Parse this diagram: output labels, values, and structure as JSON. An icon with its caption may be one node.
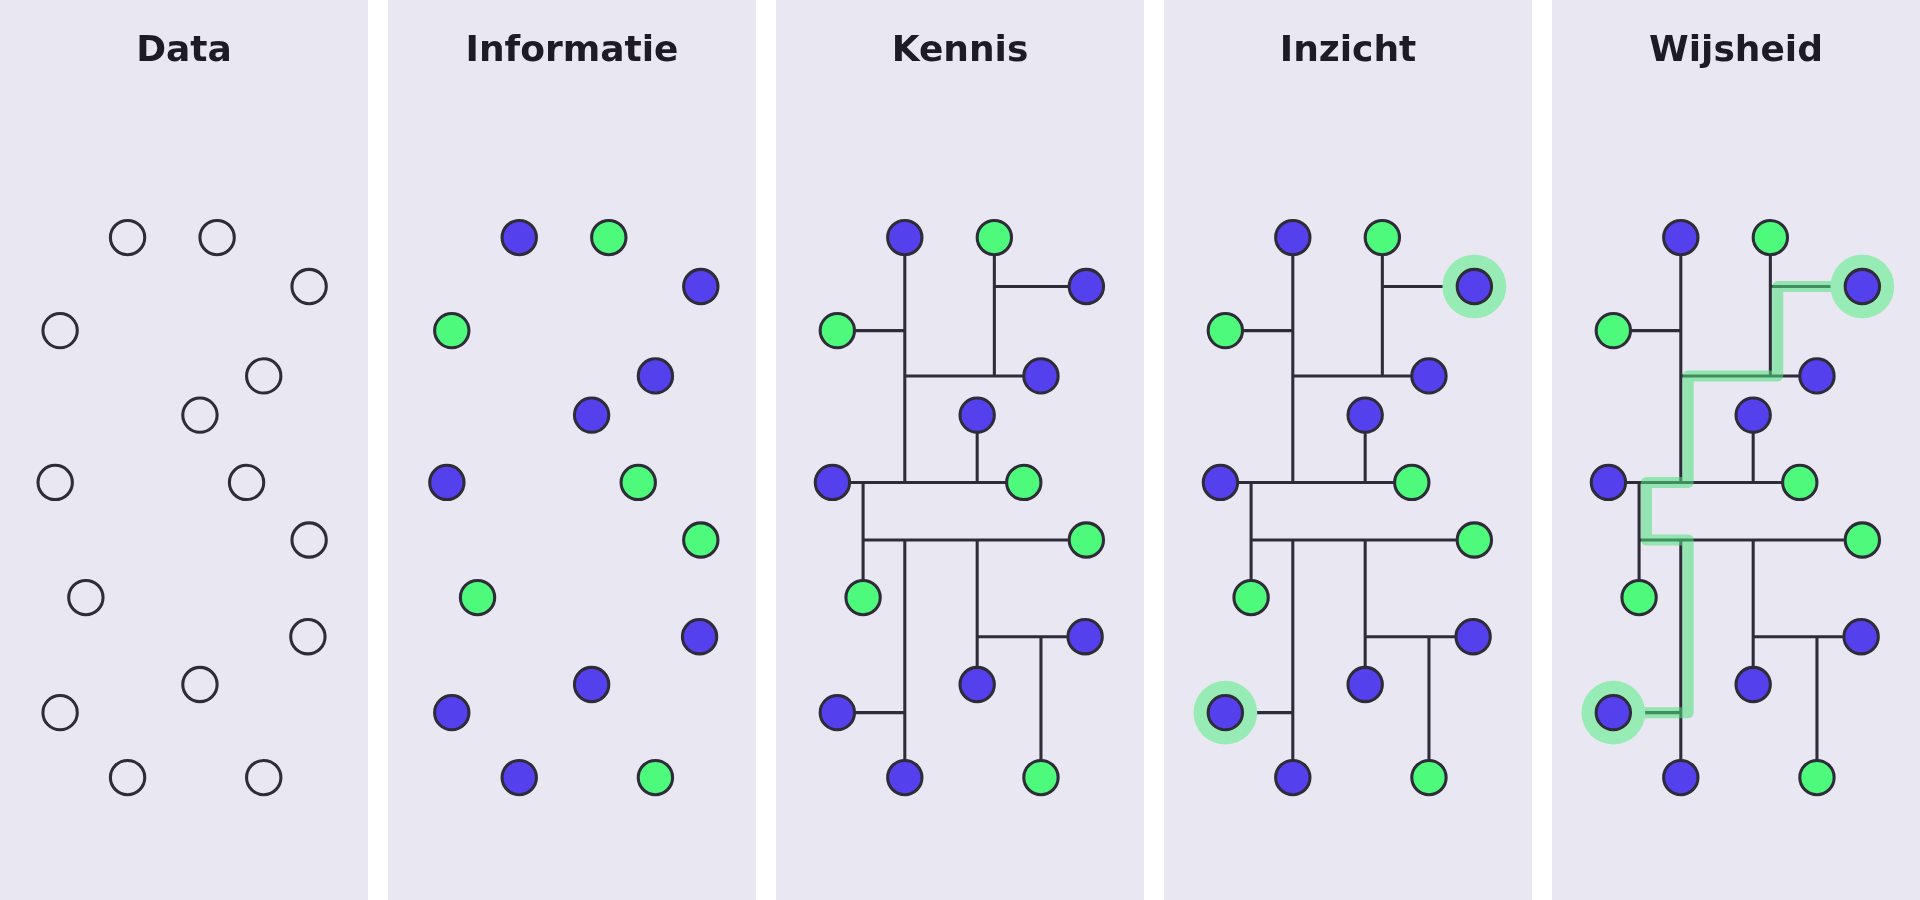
{
  "diagram": {
    "nodes": [
      {
        "text": [
          "Data"
        ]
      },
      {
        "text": [
          "Informatie"
        ]
      },
      {
        "text": [
          "Kennis"
        ]
      },
      {
        "text": [
          "Inzicht"
        ]
      },
      {
        "text": [
          "Wijsheid"
        ]
      }
    ]
  }
}
